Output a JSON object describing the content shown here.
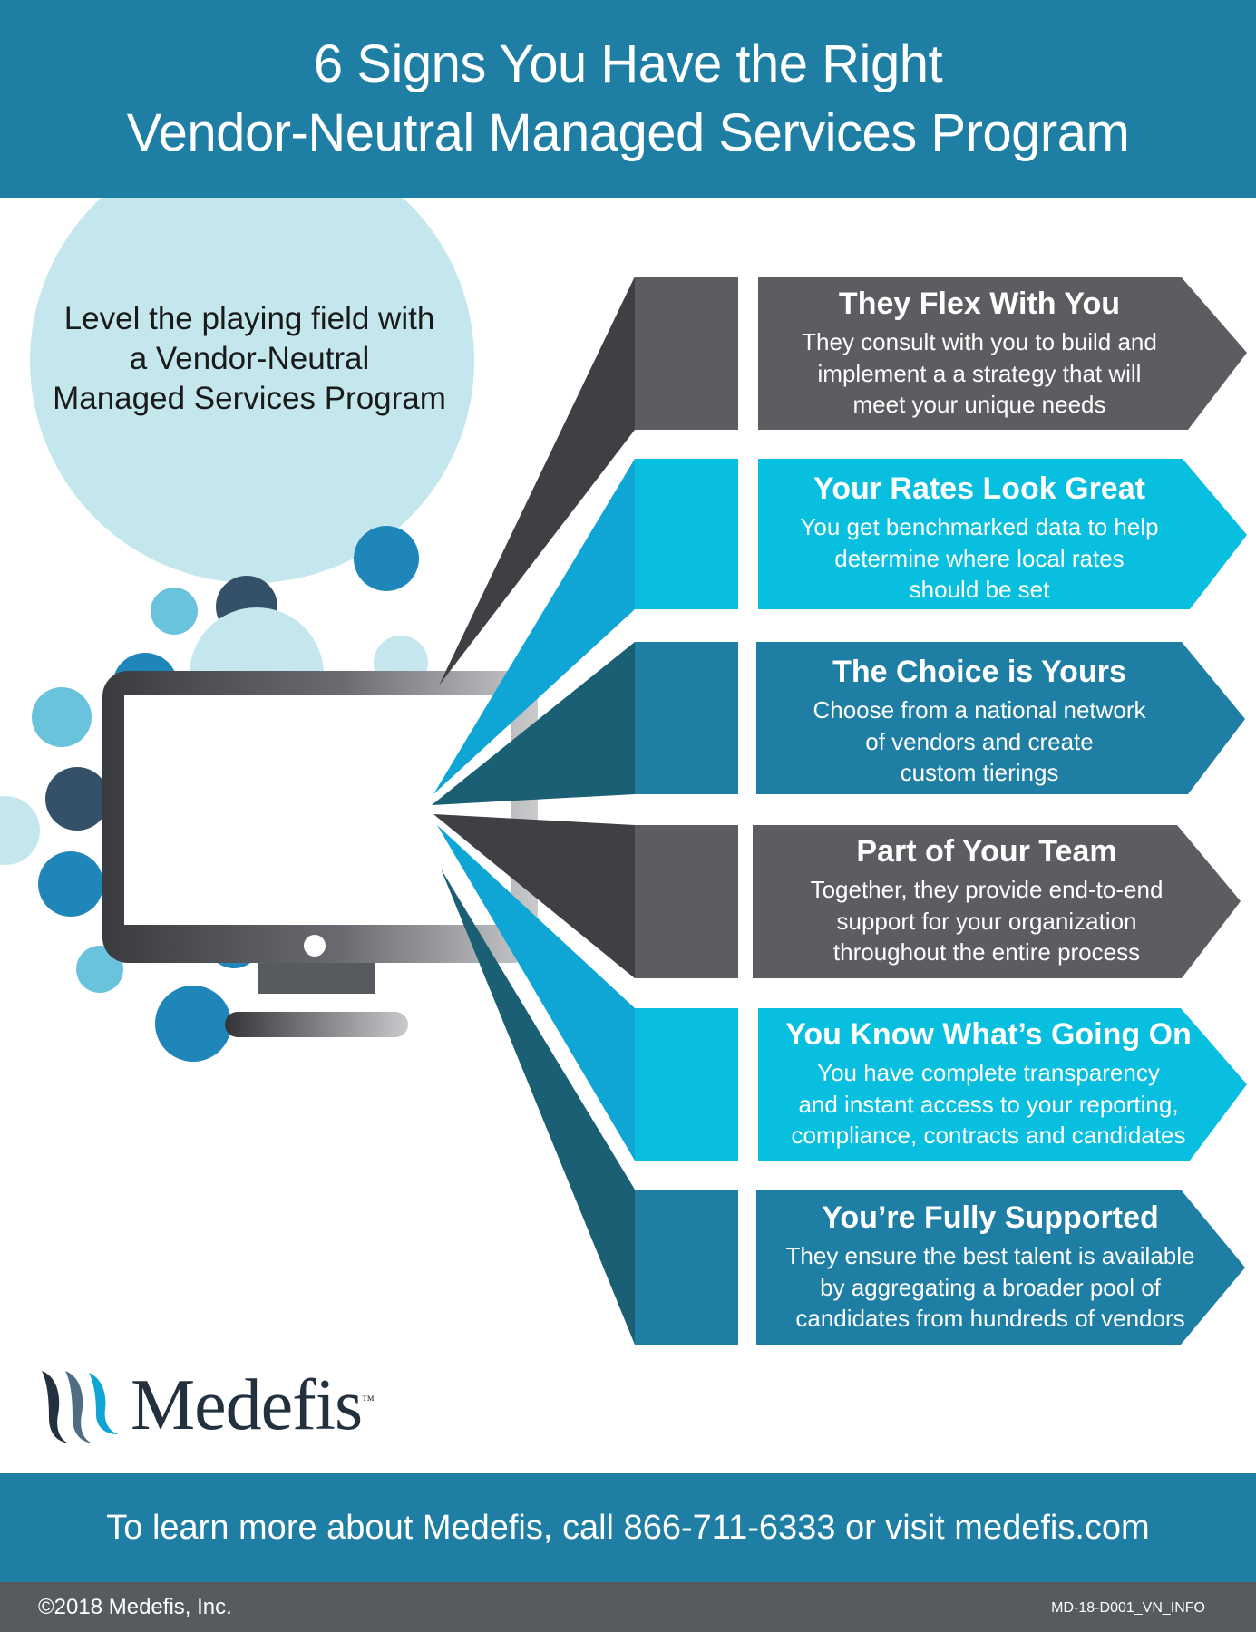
{
  "header": {
    "title_line1": "6 Signs You Have the Right",
    "title_line2": "Vendor-Neutral Managed Services Program"
  },
  "intro": {
    "line1": "Level the playing field with",
    "line2": "a Vendor-Neutral",
    "line3": "Managed Services Program"
  },
  "signs": [
    {
      "title": "They Flex With You",
      "desc": [
        "They consult with you to build and",
        "implement a a strategy that will",
        "meet your unique needs"
      ],
      "color": "#5c5d61"
    },
    {
      "title": "Your Rates Look Great",
      "desc": [
        "You get benchmarked data to help",
        "determine where local rates",
        "should be set"
      ],
      "color": "#08bfe0"
    },
    {
      "title": "The Choice is Yours",
      "desc": [
        "Choose from a national network",
        "of vendors and create",
        "custom tierings"
      ],
      "color": "#1e7ea4"
    },
    {
      "title": "Part of Your Team",
      "desc": [
        "Together, they provide end-to-end",
        "support for your organization",
        "throughout the entire process"
      ],
      "color": "#5c5d61"
    },
    {
      "title": "You Know What’s Going On",
      "desc": [
        "You have complete transparency",
        "and instant access to your reporting,",
        "compliance, contracts and candidates"
      ],
      "color": "#08bfe0"
    },
    {
      "title": "You’re Fully Supported",
      "desc": [
        "They ensure the best talent is available",
        "by aggregating a broader pool of",
        "candidates from hundreds of vendors"
      ],
      "color": "#1e7ea4"
    }
  ],
  "logo": {
    "name": "Medefis",
    "tm": "™",
    "icon": "medefis-wave-icon"
  },
  "cta": {
    "text": "To learn more about Medefis, call 866-711-6333 or visit medefis.com"
  },
  "footer": {
    "copyright": "©2018 Medefis, Inc.",
    "code": "MD-18-D001_VN_INFO"
  },
  "colors": {
    "header_bg": "#1e7ea4",
    "footer_bg": "#575a5f",
    "gray": "#5c5d61",
    "cyan": "#08bfe0",
    "blue": "#1e7ea4",
    "circle_light": "#c4e7ee"
  }
}
